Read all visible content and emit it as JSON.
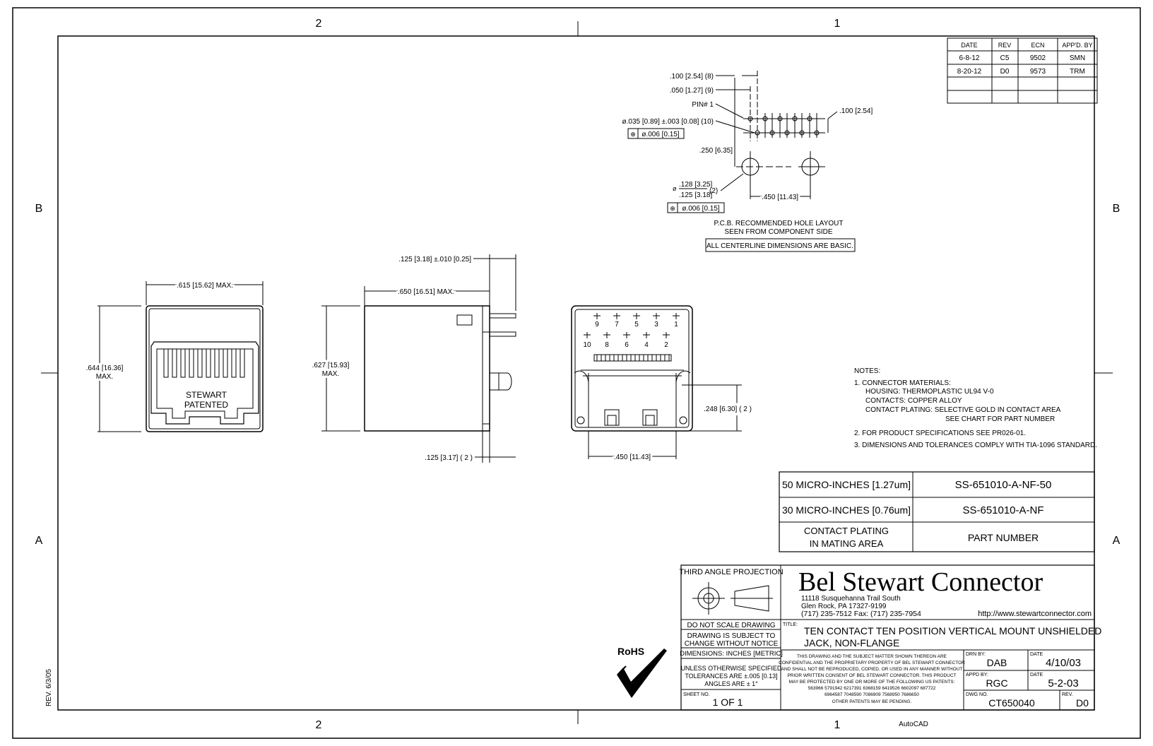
{
  "border": {
    "top_zones": [
      "2",
      "1"
    ],
    "bottom_zones": [
      "2",
      "1"
    ],
    "left_zones": [
      "B",
      "A"
    ],
    "right_zones": [
      "B",
      "A"
    ]
  },
  "revision_table": {
    "headers": [
      "DATE",
      "REV",
      "ECN",
      "APP'D. BY"
    ],
    "rows": [
      [
        "6-8-12",
        "C5",
        "9502",
        "SMN"
      ],
      [
        "8-20-12",
        "D0",
        "9573",
        "TRM"
      ]
    ]
  },
  "pcb_layout": {
    "dims": {
      "d1": ".100 [2.54] (8)",
      "d2": ".050 [1.27] (9)",
      "d3": "PIN# 1",
      "d4": "ø.035 [0.89] ±.003 [0.08] (10)",
      "d5": "ø.006 [0.15]",
      "d6": ".100 [2.54]",
      "d7": ".250 [6.35]",
      "d8a": ".128 [3.25]",
      "d8b": ".125 [3.18]",
      "d8c": "(2)",
      "d9": ".450 [11.43]",
      "d10": "ø.006 [0.15]"
    },
    "caption1": "P.C.B. RECOMMENDED HOLE LAYOUT",
    "caption2": "SEEN FROM COMPONENT SIDE",
    "basic_note": "ALL CENTERLINE DIMENSIONS ARE BASIC."
  },
  "front_view": {
    "width": ".615 [15.62] MAX.",
    "height": ".644 [16.36]",
    "height_max": "MAX.",
    "mark1": "STEWART",
    "mark2": "PATENTED"
  },
  "side_view": {
    "top": ".125 [3.18] ±.010 [0.25]",
    "depth": ".650 [16.51] MAX.",
    "height": ".627 [15.93]",
    "height_max": "MAX.",
    "bottom": ".125 [3.17] ( 2 )"
  },
  "bottom_view": {
    "pins_top": [
      "9",
      "7",
      "5",
      "3",
      "1"
    ],
    "pins_bottom": [
      "10",
      "8",
      "6",
      "4",
      "2"
    ],
    "width": ".450 [11.43]",
    "height": ".248 [6.30] ( 2 )"
  },
  "notes": {
    "title": "NOTES:",
    "lines": [
      "1.  CONNECTOR MATERIALS:",
      "HOUSING:   THERMOPLASTIC UL94 V-0",
      "CONTACTS:   COPPER ALLOY",
      "CONTACT PLATING:  SELECTIVE GOLD IN CONTACT AREA",
      "SEE CHART FOR PART NUMBER",
      "2.  FOR PRODUCT SPECIFICATIONS SEE PR026-01.",
      "3.  DIMENSIONS AND TOLERANCES COMPLY WITH TIA-1096 STANDARD."
    ]
  },
  "part_table": {
    "rows": [
      [
        "50 MICRO-INCHES [1.27um]",
        "SS-651010-A-NF-50"
      ],
      [
        "30 MICRO-INCHES [0.76um]",
        "SS-651010-A-NF"
      ]
    ],
    "header_left1": "CONTACT PLATING",
    "header_left2": "IN MATING AREA",
    "header_right": "PART NUMBER"
  },
  "title_block": {
    "projection": "THIRD ANGLE PROJECTION",
    "company": "Bel Stewart Connector",
    "addr1": "11118 Susquehanna Trail South",
    "addr2": "Glen Rock, PA   17327-9199",
    "addr3": "(717) 235-7512   Fax: (717) 235-7954",
    "website": "http://www.stewartconnector.com",
    "no_scale": "DO NOT SCALE DRAWING",
    "subject1": "DRAWING IS SUBJECT TO",
    "subject2": "CHANGE WITHOUT NOTICE",
    "dims": "DIMENSIONS: INCHES [METRIC]",
    "tol1": "UNLESS OTHERWISE SPECIFIED",
    "tol2": "TOLERANCES ARE ±.005 [0.13]",
    "tol3": "ANGLES ARE ± 1°",
    "sheet_label": "SHEET NO.",
    "sheet": "1  OF  1",
    "title_label": "TITLE:",
    "title1": "TEN CONTACT TEN POSITION VERTICAL MOUNT UNSHIELDED",
    "title2": "JACK, NON-FLANGE",
    "legal": [
      "THIS DRAWING AND THE SUBJECT MATTER SHOWN THEREON ARE",
      "CONFIDENTIAL AND THE PROPRIETARY PROPERTY OF BEL STEWART CONNECTOR",
      "AND SHALL NOT BE REPRODUCED, COPIED, OR USED IN ANY MANNER WITHOUT",
      "PRIOR WRITTEN CONSENT OF BEL STEWART CONNECTOR.  THIS PRODUCT",
      "MAY BE PROTECTED BY ONE OR MORE OF THE FOLLOWING US PATENTS:",
      "563966  5791942  6217391  6368159 6419526  6602097  687722",
      "6964587  7048590  7086909  7568950 7686650",
      "OTHER PATENTS MAY BE PENDING."
    ],
    "drn_label": "DRN BY:",
    "drn": "DAB",
    "date_label": "DATE",
    "drn_date": "4/10/03",
    "appd_label": "APPD BY:",
    "appd": "RGC",
    "appd_date": "5-2-03",
    "dwg_label": "DWG NO.",
    "dwg": "CT650040",
    "rev_label": "REV.",
    "rev": "D0"
  },
  "rohs": "RoHS",
  "rev_side": "REV. 6/3/05",
  "autocad": "AutoCAD"
}
